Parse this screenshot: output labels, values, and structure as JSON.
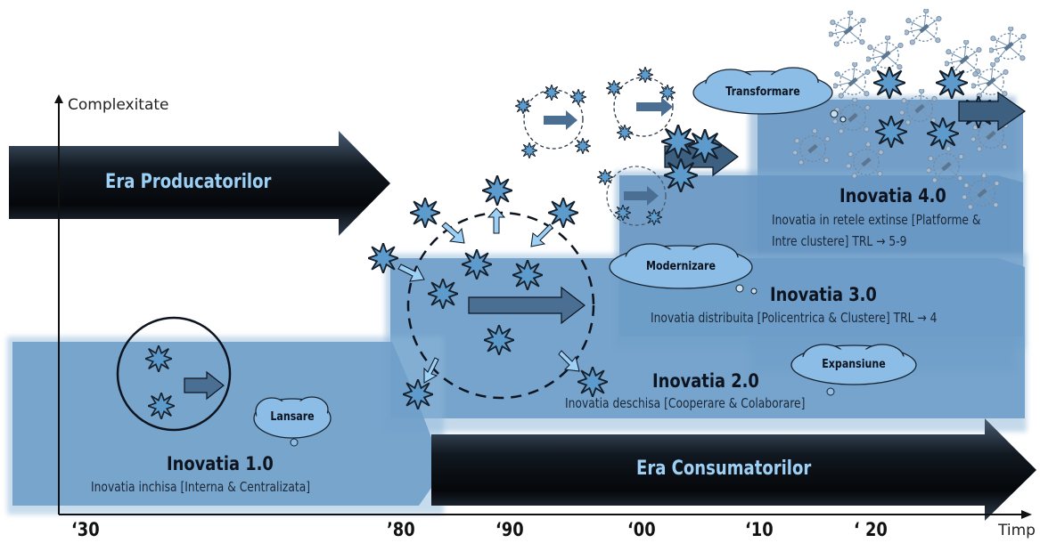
{
  "axes": {
    "y_label": "Complexitate",
    "x_label": "Timp",
    "ticks": [
      "‘30",
      "’80",
      "‘90",
      "‘00",
      "‘10",
      "‘ 20"
    ]
  },
  "eras": {
    "producers": "Era Producatorilor",
    "consumers": "Era Consumatorilor"
  },
  "stages": [
    {
      "title": "Inovatia 1.0",
      "subtitle": "Inovatia inchisa [Interna & Centralizata]",
      "cloud": "Lansare"
    },
    {
      "title": "Inovatia 2.0",
      "subtitle": "Inovatia deschisa [Cooperare & Colaborare]",
      "cloud": "Expansiune"
    },
    {
      "title": "Inovatia 3.0",
      "subtitle": "Inovatia distribuita [Policentrica & Clustere] TRL → 4",
      "cloud": "Modernizare"
    },
    {
      "title": "Inovatia 4.0",
      "subtitle_line1": "Inovatia in retele extinse [Platforme &",
      "subtitle_line2": "Intre clustere] TRL → 5-9",
      "cloud": "Transformare"
    }
  ],
  "colors": {
    "band_1": "#6f9fc9",
    "band_2": "#6b9cc7",
    "band_3": "#6897c3",
    "band_4": "#6a99c4",
    "era_arrow_dark": "#0a0c10",
    "era_text": "#9cd0f5",
    "cloud_fill": "#8bbde6",
    "star_fill": "#5d9bcd",
    "arrow_fill": "#4a6f92"
  }
}
